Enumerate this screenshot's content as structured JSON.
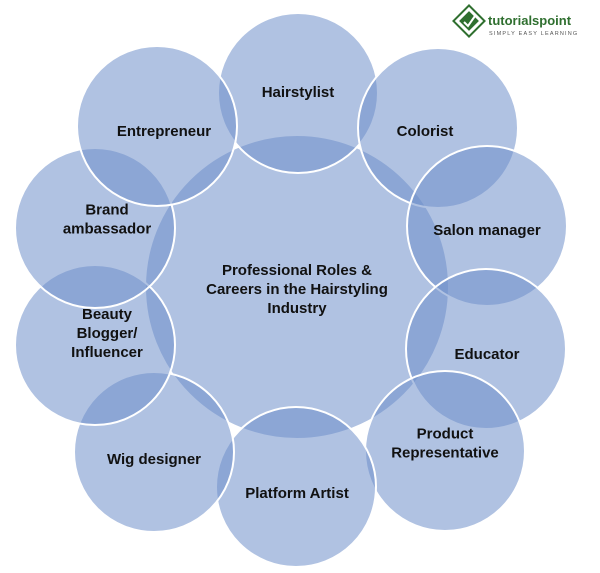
{
  "diagram": {
    "center_lines": [
      "Professional Roles &",
      "Careers in the Hairstyling",
      "Industry"
    ],
    "nodes": [
      {
        "id": "hairstylist",
        "lines": [
          "Hairstylist"
        ]
      },
      {
        "id": "colorist",
        "lines": [
          "Colorist"
        ]
      },
      {
        "id": "salon-manager",
        "lines": [
          "Salon manager"
        ]
      },
      {
        "id": "educator",
        "lines": [
          "Educator"
        ]
      },
      {
        "id": "product-representative",
        "lines": [
          "Product",
          "Representative"
        ]
      },
      {
        "id": "platform-artist",
        "lines": [
          "Platform Artist"
        ]
      },
      {
        "id": "wig-designer",
        "lines": [
          "Wig designer"
        ]
      },
      {
        "id": "beauty-blogger",
        "lines": [
          "Beauty",
          "Blogger/",
          "Influencer"
        ]
      },
      {
        "id": "brand-ambassador",
        "lines": [
          "Brand",
          "ambassador"
        ]
      },
      {
        "id": "entrepreneur",
        "lines": [
          "Entrepreneur"
        ]
      }
    ]
  },
  "logo": {
    "name": "tutorialspoint",
    "tagline": "SIMPLY EASY LEARNING",
    "icon": "tutorialspoint-logo-icon"
  },
  "colors": {
    "circle_fill": "#6f8fcb",
    "logo_green": "#2f6f2f"
  }
}
